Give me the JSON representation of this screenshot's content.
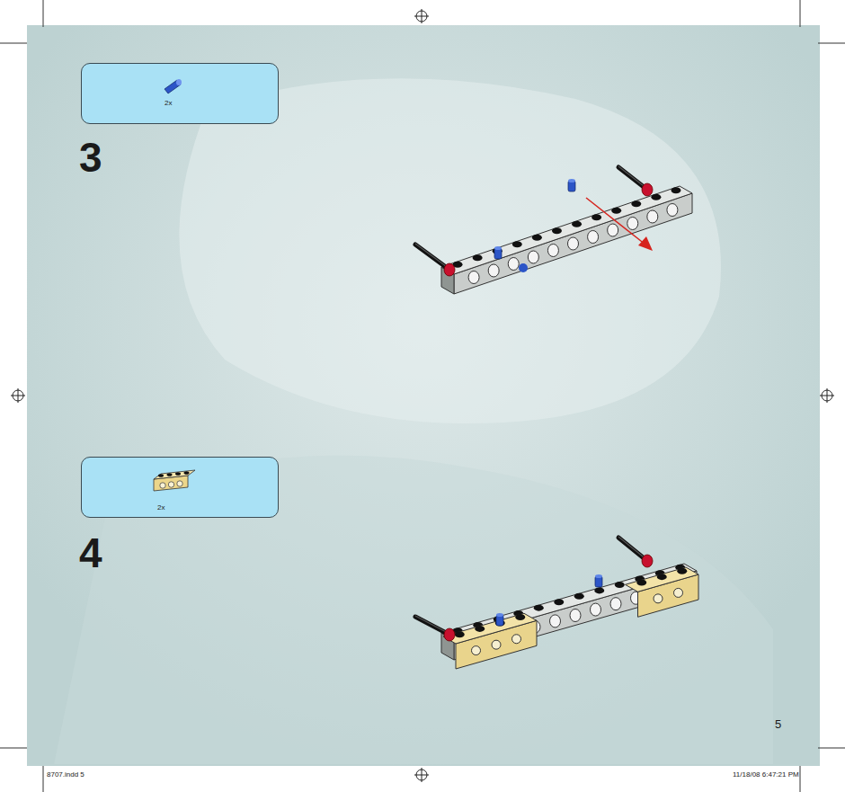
{
  "diagram": {
    "nodes": [
      {
        "text": [
          "2x"
        ]
      },
      {
        "text": [
          "2x"
        ]
      }
    ],
    "labels": [
      "3",
      "4",
      "5",
      "8707.indd 5",
      "11/18/08 6:47:21 PM"
    ]
  }
}
